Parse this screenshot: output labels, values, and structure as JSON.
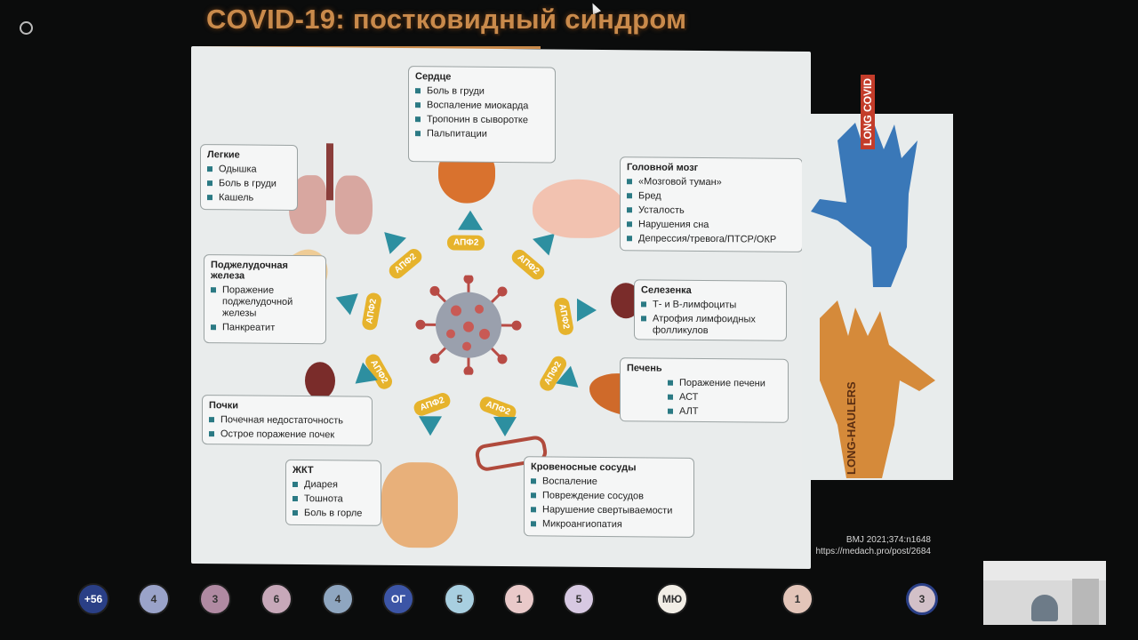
{
  "window": {
    "title": "COVID-19: постковидный синдром"
  },
  "slide": {
    "virus_pill_label": "АПФ2",
    "boxes": {
      "heart": {
        "title": "Сердце",
        "items": [
          "Боль в груди",
          "Воспаление миокарда",
          "Тропонин в сыворотке",
          "Пальпитации"
        ]
      },
      "lungs": {
        "title": "Легкие",
        "items": [
          "Одышка",
          "Боль в груди",
          "Кашель"
        ]
      },
      "brain": {
        "title": "Головной мозг",
        "items": [
          "«Мозговой туман»",
          "Бред",
          "Усталость",
          "Нарушения сна",
          "Депрессия/тревога/ПТСР/ОКР"
        ]
      },
      "pancreas": {
        "title": "Поджелудочная железа",
        "items": [
          "Поражение поджелудочной железы",
          "Панкреатит"
        ]
      },
      "spleen": {
        "title": "Селезенка",
        "items": [
          "Т- и В-лимфоциты",
          "Атрофия лимфоидных фолликулов"
        ]
      },
      "liver": {
        "title": "Печень",
        "items": [
          "Поражение печени",
          "АСТ",
          "АЛТ"
        ]
      },
      "kidneys": {
        "title": "Почки",
        "items": [
          "Почечная недостаточность",
          "Острое поражение почек"
        ]
      },
      "gi": {
        "title": "ЖКТ",
        "items": [
          "Диарея",
          "Тошнота",
          "Боль в горле"
        ]
      },
      "vessels": {
        "title": "Кровеносные сосуды",
        "items": [
          "Воспаление",
          "Повреждение сосудов",
          "Нарушение свертываемости",
          "Микроангиопатия"
        ]
      }
    },
    "right_image_words": {
      "blue": "LONG COVID",
      "orange": "LONG-HAULERS"
    }
  },
  "caption": {
    "line1": "BMJ 2021;374:n1648",
    "line2": "https://medach.pro/post/2684"
  },
  "participants": [
    {
      "label": "+56",
      "color": "#2a3f86"
    },
    {
      "label": "4",
      "color": "#9aa3c9"
    },
    {
      "label": "3",
      "color": "#b08aa2"
    },
    {
      "label": "6",
      "color": "#c7a8b9"
    },
    {
      "label": "4",
      "color": "#8fa6c0"
    },
    {
      "label": "ОГ",
      "color": "#3c55a6"
    },
    {
      "label": "5",
      "color": "#a8cfe0"
    },
    {
      "label": "1",
      "color": "#e9c9c9"
    },
    {
      "label": "5",
      "color": "#d7c9e2"
    },
    {
      "label": "МЮ",
      "color": "#f2eee6"
    },
    {
      "label": "1",
      "color": "#e3c5b9"
    },
    {
      "label": "3",
      "color": "#d2c0c8"
    }
  ]
}
